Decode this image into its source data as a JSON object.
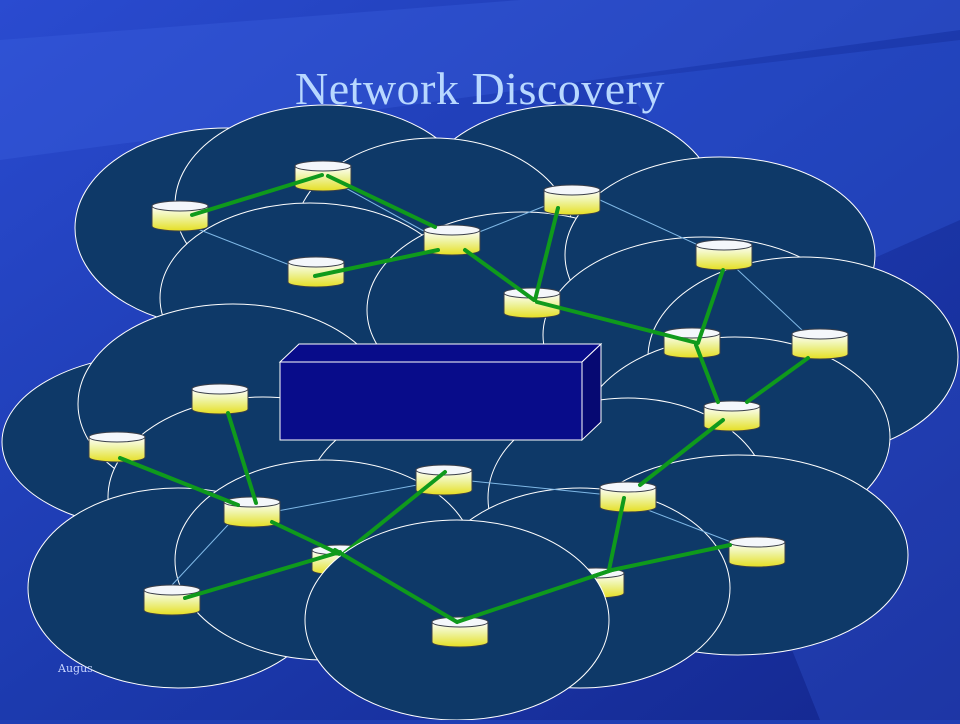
{
  "slide": {
    "title": "Network Discovery",
    "footer_text": "Augus"
  },
  "colors": {
    "background": "#1f3fb4",
    "cloud_fill": "#0e3968",
    "cloud_stroke": "#ffffff",
    "link_green": "#0f9a1c",
    "link_thin": "#7fb8e6",
    "node_top": "#ffffff",
    "node_bottom": "#e8e32a",
    "box_fill": "#080c8a"
  },
  "diagram": {
    "node_icon": "database-cylinder-icon",
    "center_box": "3d-box"
  }
}
